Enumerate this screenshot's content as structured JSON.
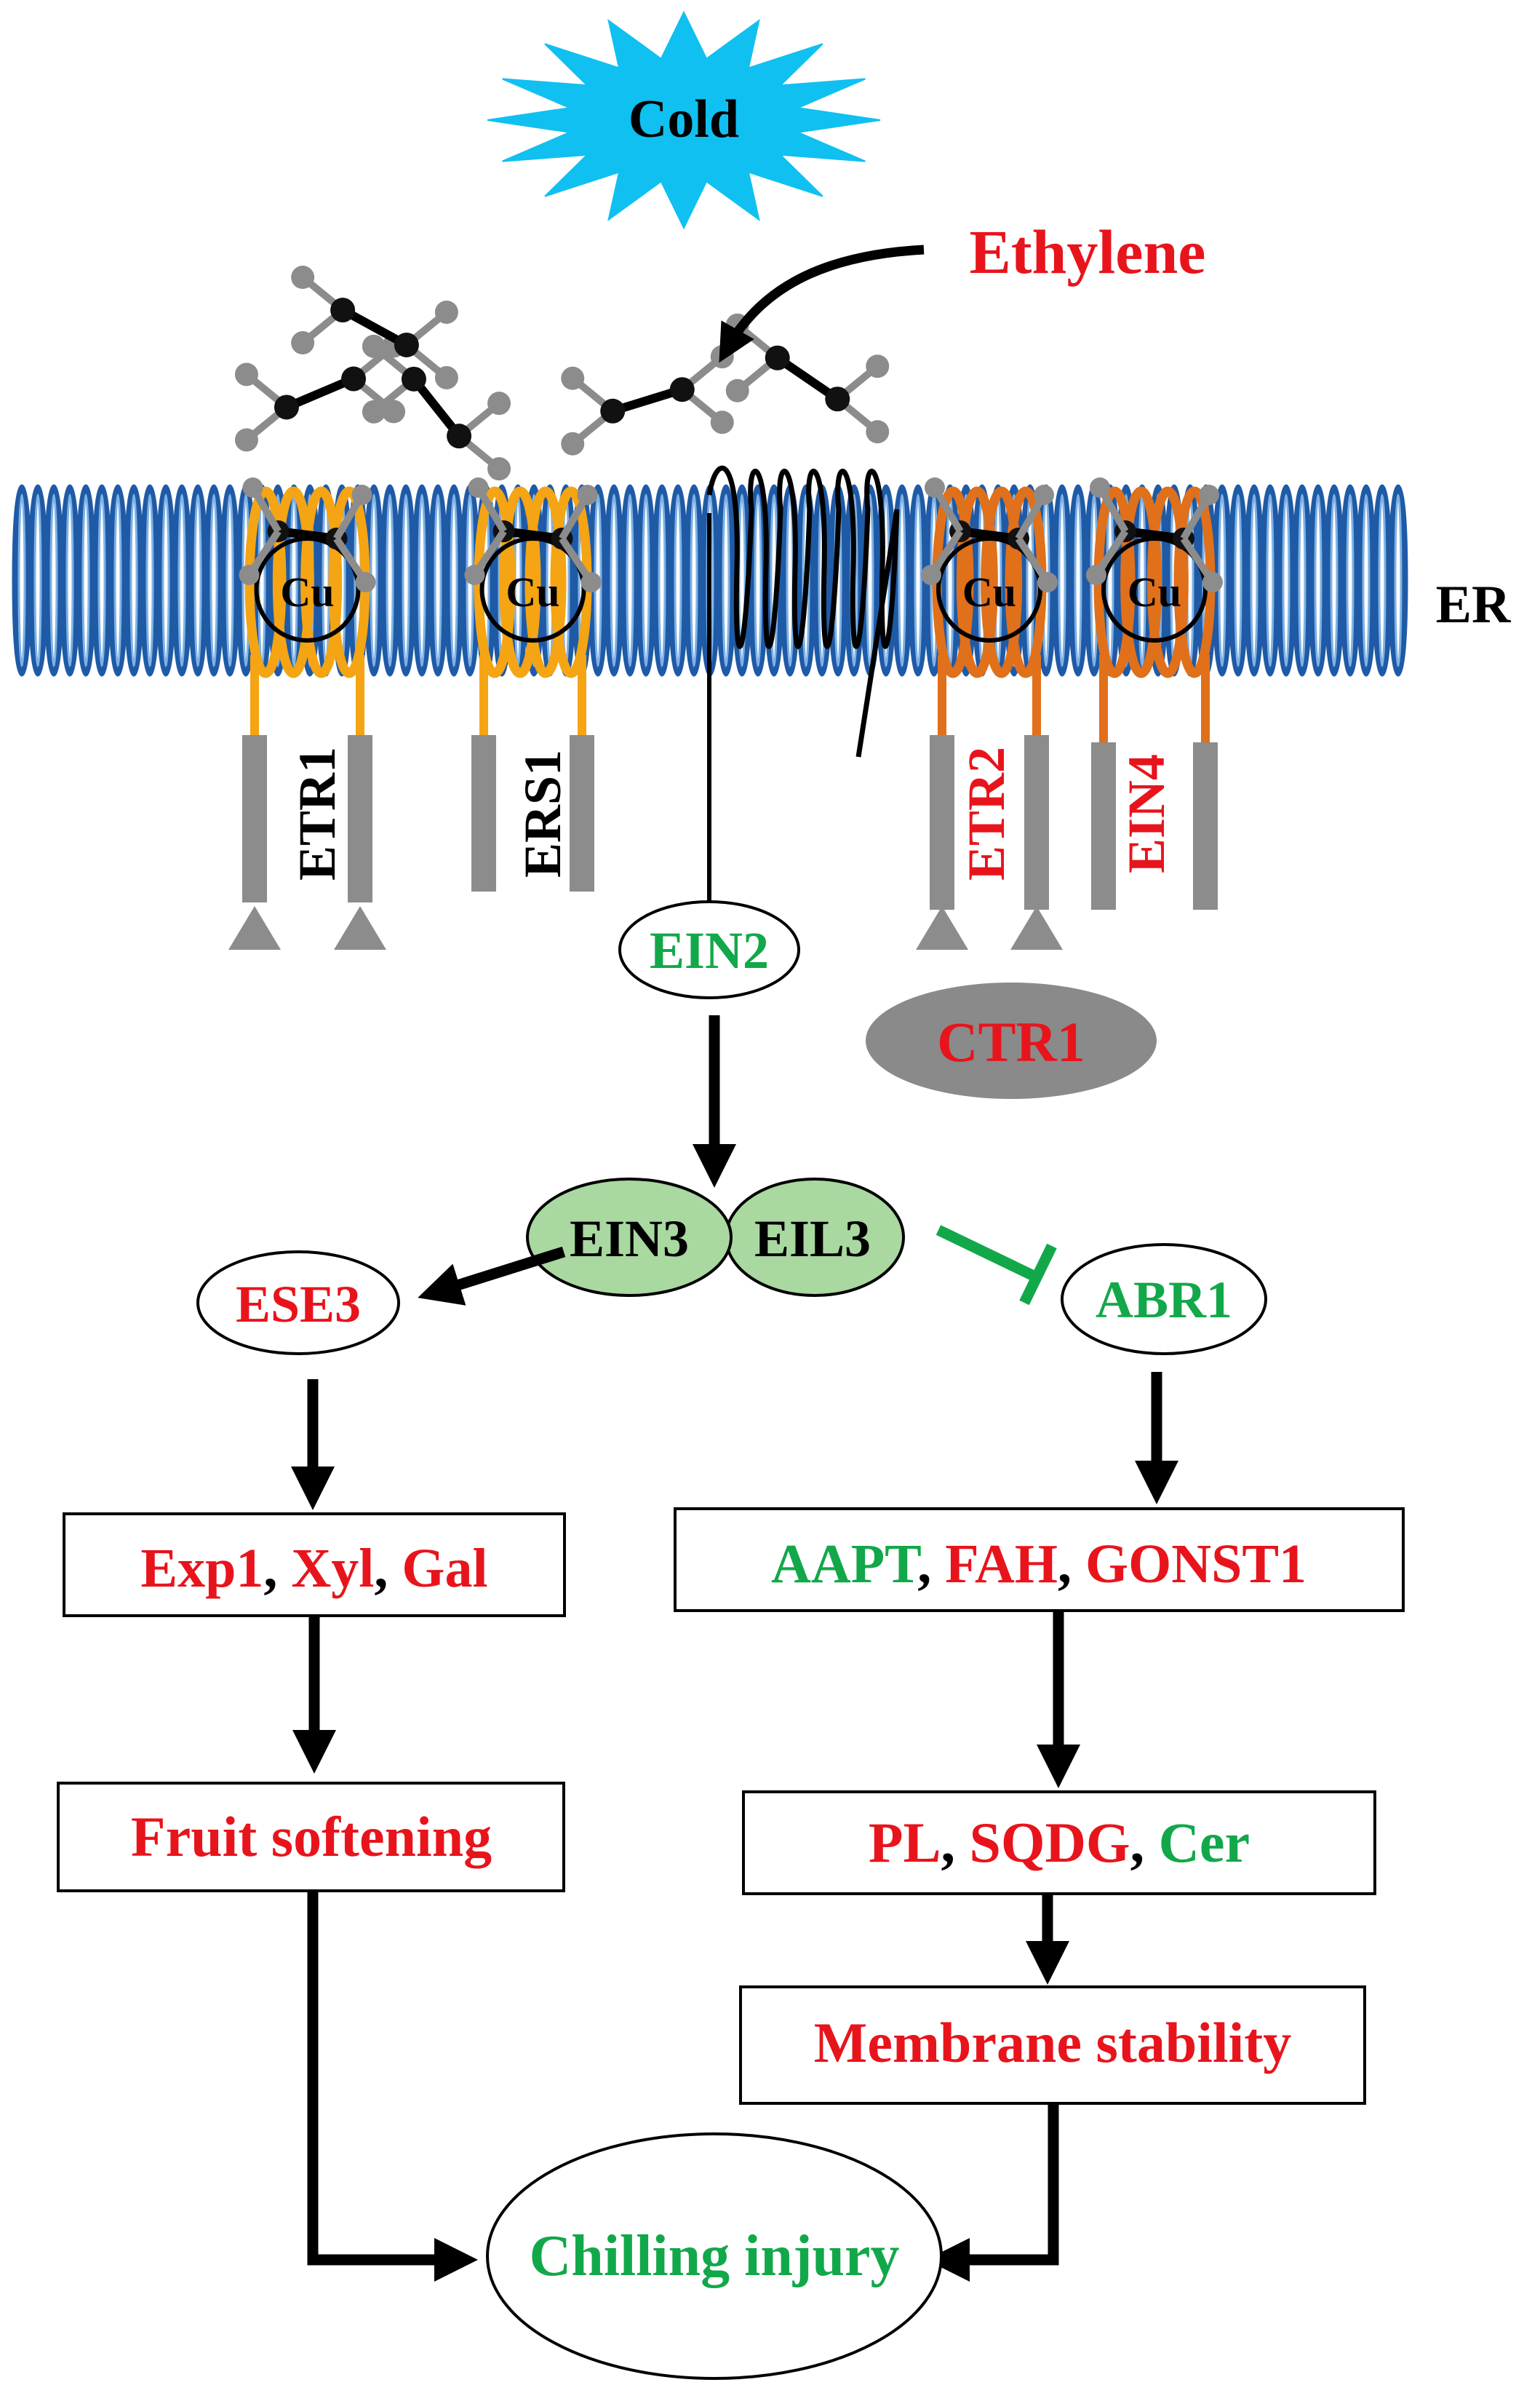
{
  "colors": {
    "red": "#e8141c",
    "green": "#12a84a",
    "black": "#000000",
    "membrane_blue": "#1f5aa6",
    "membrane_light": "#7fb2e5",
    "receptor_yellow": "#f5a413",
    "receptor_orange": "#e0701a",
    "cold_blue": "#10c0f0",
    "complex_fill": "#a9d8a0",
    "ctr1_fill": "#8a8a8a",
    "gray": "#8c8c8c"
  },
  "stimulus": {
    "cold": "Cold",
    "ethylene": "Ethylene",
    "er": "ER"
  },
  "receptors": {
    "etr1": "ETR1",
    "ers1": "ERS1",
    "etr2": "ETR2",
    "ein4": "EIN4",
    "copper": "Cu"
  },
  "signaling": {
    "ein2": "EIN2",
    "ctr1": "CTR1",
    "ein3": "EIN3",
    "eil3": "EIL3",
    "ese3": "ESE3",
    "abr1": "ABR1"
  },
  "left_branch": {
    "genes": [
      "Exp1",
      "Xyl",
      "Gal"
    ],
    "outcome": "Fruit softening"
  },
  "right_branch": {
    "genes": [
      "AAPT",
      "FAH",
      "GONST1"
    ],
    "lipids": [
      "PL",
      "SQDG",
      "Cer"
    ],
    "outcome": "Membrane stability"
  },
  "final": "Chilling injury",
  "separator": ", "
}
